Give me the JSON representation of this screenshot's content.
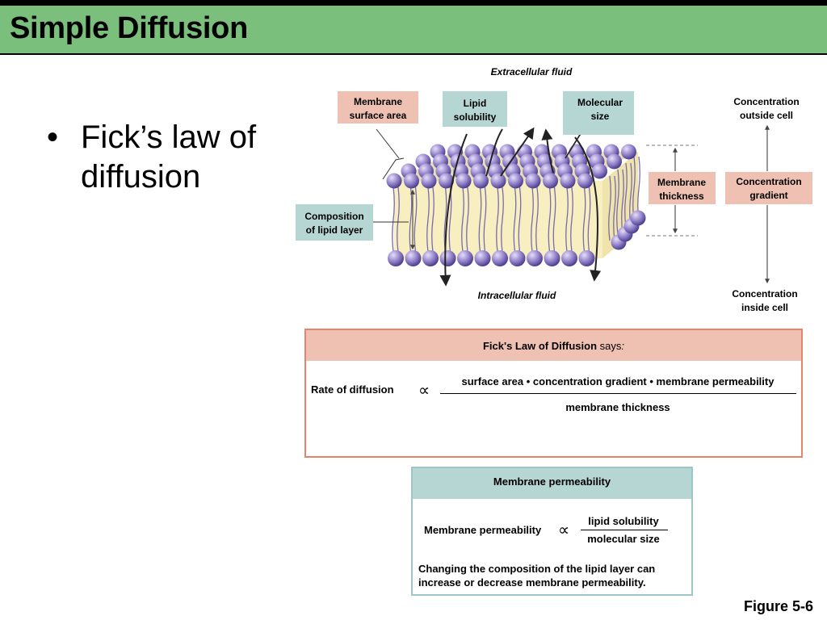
{
  "slide": {
    "title": "Simple Diffusion",
    "bullet": "Fick’s law of diffusion",
    "figure_label": "Figure 5-6"
  },
  "diagram": {
    "extracellular": "Extracellular fluid",
    "intracellular": "Intracellular fluid",
    "membrane_surface_area": [
      "Membrane",
      "surface area"
    ],
    "lipid_solubility": [
      "Lipid",
      "solubility"
    ],
    "molecular_size": [
      "Molecular",
      "size"
    ],
    "composition": [
      "Composition",
      "of lipid layer"
    ],
    "membrane_thickness": [
      "Membrane",
      "thickness"
    ],
    "conc_outside": [
      "Concentration",
      "outside cell"
    ],
    "conc_gradient": [
      "Concentration",
      "gradient"
    ],
    "conc_inside": [
      "Concentration",
      "inside cell"
    ],
    "colors": {
      "salmon_box": "#efc1b2",
      "teal_box": "#b6d6d4",
      "lipid_head": "#8d7ec4",
      "membrane_fill": "#f7efc0",
      "molecule": "#d9342b"
    }
  },
  "fick_box": {
    "header_bold": "Fick's Law of Diffusion",
    "header_rest": " says",
    "header_colon": ":",
    "rate_label": "Rate of diffusion",
    "symbol": "∝",
    "numerator": "surface area • concentration gradient • membrane permeability",
    "denominator": "membrane thickness"
  },
  "perm_box": {
    "header": "Membrane permeability",
    "label": "Membrane permeability",
    "symbol": "∝",
    "numerator": "lipid solubility",
    "denominator": "molecular size",
    "note": "Changing the composition of the lipid layer can increase or decrease membrane permeability."
  }
}
